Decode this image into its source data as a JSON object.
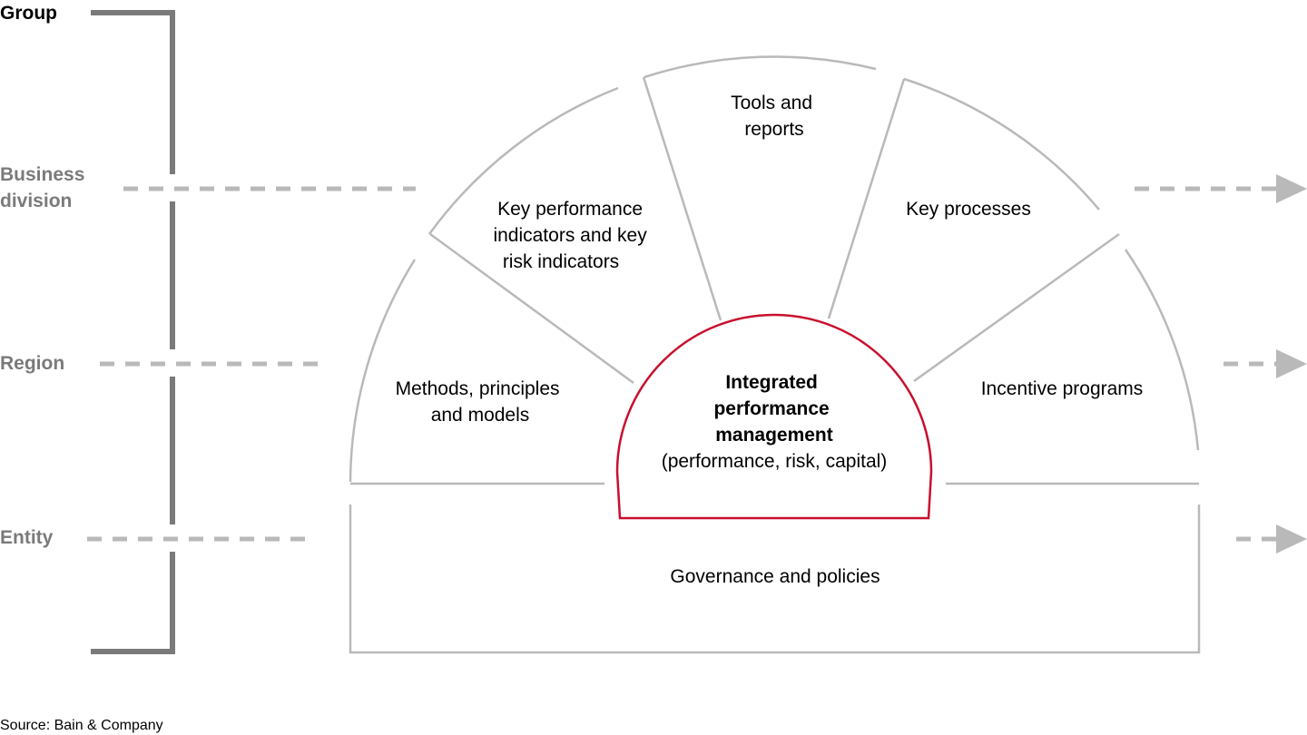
{
  "levels": {
    "group": "Group",
    "business_division": [
      "Business",
      "division"
    ],
    "region": "Region",
    "entity": "Entity"
  },
  "segments": {
    "methods": [
      "Methods, principles",
      "and models"
    ],
    "kpi": [
      "Key performance",
      "indicators and key",
      "risk indicators"
    ],
    "tools": [
      "Tools and",
      "reports"
    ],
    "processes": [
      "Key processes"
    ],
    "incentives": [
      "Incentive programs"
    ],
    "governance": "Governance and policies"
  },
  "core": {
    "title_lines": [
      "Integrated",
      "performance",
      "management"
    ],
    "subtitle": "(performance, risk, capital)"
  },
  "source": "Source: Bain & Company",
  "colors": {
    "outline": "#b9b9b9",
    "bracket": "#7a7a7a",
    "dashed": "#b9b9b9",
    "core_outline": "#c8102e",
    "level_text": "#7a7a7a"
  }
}
